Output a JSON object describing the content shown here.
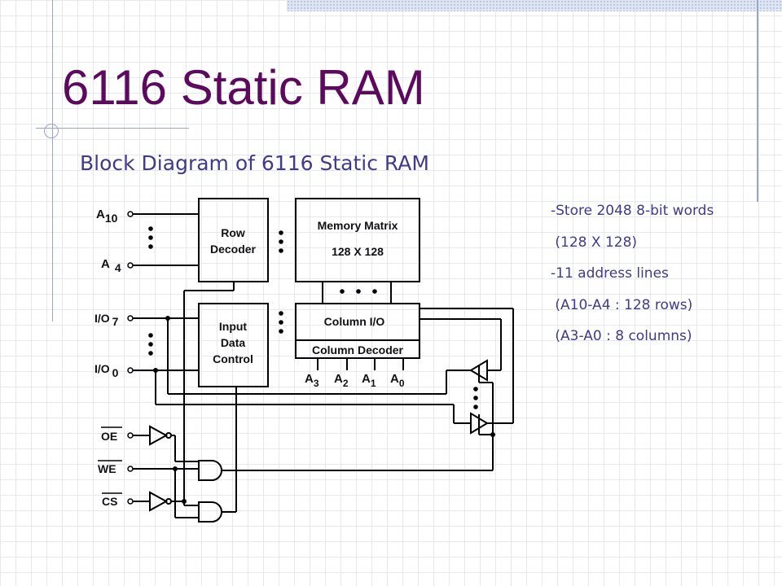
{
  "slide": {
    "title": "6116 Static RAM",
    "subtitle": "Block Diagram of 6116 Static RAM"
  },
  "notes": [
    "-Store 2048 8-bit words",
    " (128 X 128)",
    "-11 address lines",
    " (A10-A4 : 128 rows)",
    " (A3-A0 : 8 columns)"
  ],
  "diagram": {
    "row_decoder": [
      "Row",
      "Decoder"
    ],
    "memory_matrix": [
      "Memory Matrix",
      "128 X 128"
    ],
    "input_data_control": [
      "Input",
      "Data",
      "Control"
    ],
    "column_io": "Column I/O",
    "column_decoder": "Column Decoder",
    "address_inputs": {
      "a10_main": "A",
      "a10_sub": "10",
      "a4_main": "A",
      "a4_sub": "4"
    },
    "io_inputs": {
      "io7_main": "I/O",
      "io7_sub": "7",
      "io0_main": "I/O",
      "io0_sub": "0"
    },
    "column_address": [
      {
        "main": "A",
        "sub": "3"
      },
      {
        "main": "A",
        "sub": "2"
      },
      {
        "main": "A",
        "sub": "1"
      },
      {
        "main": "A",
        "sub": "0"
      }
    ],
    "control_inputs": [
      "OE",
      "WE",
      "CS"
    ]
  },
  "colors": {
    "title": "#5c0a5e",
    "text": "#3f3a8a",
    "line": "#000000",
    "accent_rule": "#9aa4c8"
  }
}
